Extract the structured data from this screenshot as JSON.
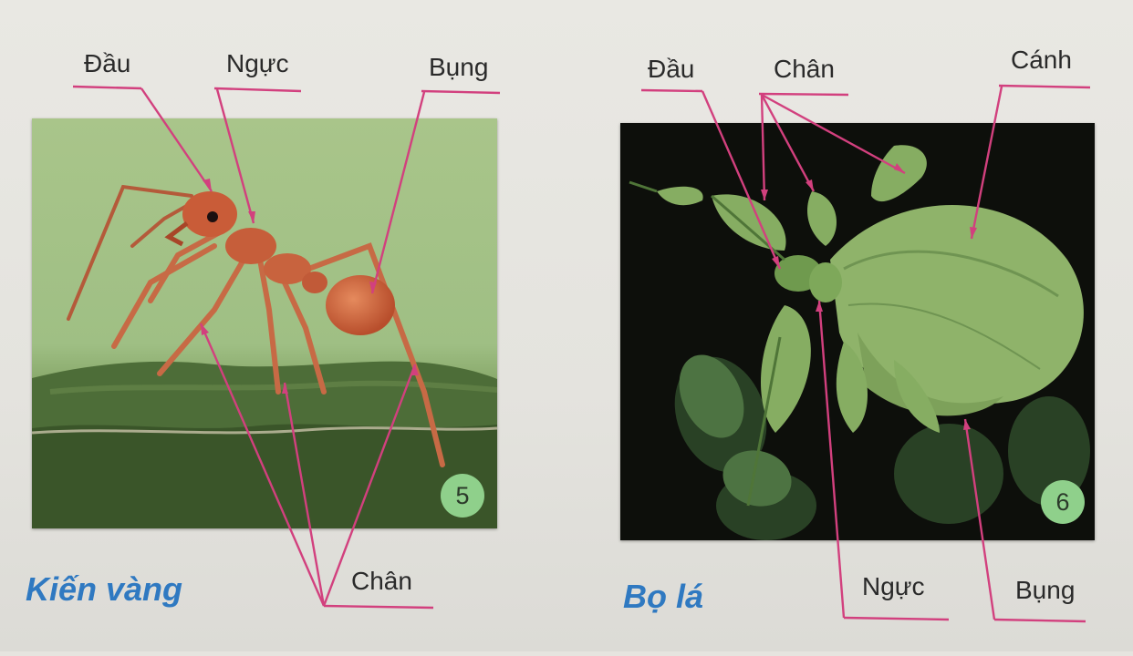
{
  "figures": [
    {
      "number": "5",
      "caption": "Kiến vàng",
      "labels": {
        "head": "Đầu",
        "thorax": "Ngực",
        "abdomen": "Bụng",
        "legs": "Chân"
      }
    },
    {
      "number": "6",
      "caption": "Bọ lá",
      "labels": {
        "head": "Đầu",
        "legs": "Chân",
        "wings": "Cánh",
        "thorax": "Ngực",
        "abdomen": "Bụng"
      }
    }
  ],
  "colors": {
    "leader_line": "#d2407e",
    "caption": "#2f79c1",
    "number_badge": "#8fd08b"
  }
}
